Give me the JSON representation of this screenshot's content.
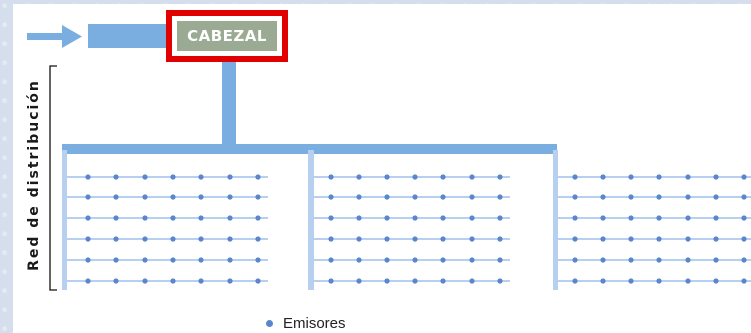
{
  "diagram": {
    "head_label": "CABEZAL",
    "distribution_label": "Red de distribución",
    "legend": {
      "emitters_label": "Emisores"
    },
    "colors": {
      "pipe": "#7aaee0",
      "lateral": "#b7d0f0",
      "emitter": "#5b86cc",
      "highlight": "#e00000",
      "head_fill": "#9aaa93"
    }
  }
}
